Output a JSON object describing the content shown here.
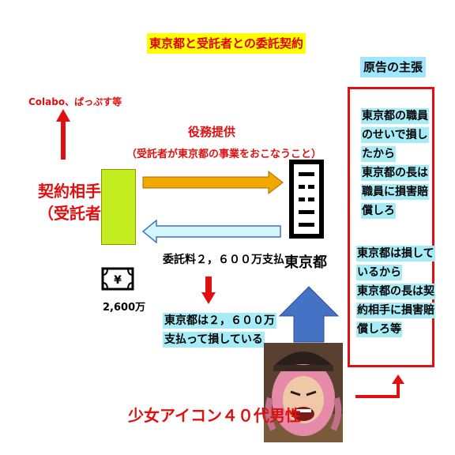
{
  "title": "東京都と受託者との委託契約",
  "claim": {
    "title": "原告の主張",
    "lines": [
      "東京都の職員",
      "のせいで損し",
      "たから",
      "東京都の長は",
      "職員に損害賠",
      "償しろ",
      "東京都は損して",
      "いるから",
      "東京都の長は契",
      "約相手に損害賠",
      "償しろ等"
    ]
  },
  "contractor": {
    "line1": "契約相手",
    "line2": "（受託者）"
  },
  "colabo": "Colabo、ぱっぷす等",
  "service": {
    "title": "役務提供",
    "subtitle": "（受託者が東京都の事業をおこなうこと）"
  },
  "fee": "委託料２，６００万支払",
  "tokyo": "東京都",
  "money": {
    "symbol": "¥",
    "amount": "2,600万"
  },
  "loss": {
    "line1": "東京都は２，６００万",
    "line2": "支払って損している"
  },
  "girl_label": "少女アイコン４０代男性",
  "colors": {
    "red": "#e01010",
    "yellow": "#ffff00",
    "cyan_highlight": "#a6ecf7",
    "green_box": "#c4ee22",
    "orange_arrow": "#f2a800",
    "lightblue_arrow": "#d4f6ff",
    "blue_arrow": "#4472c4"
  }
}
